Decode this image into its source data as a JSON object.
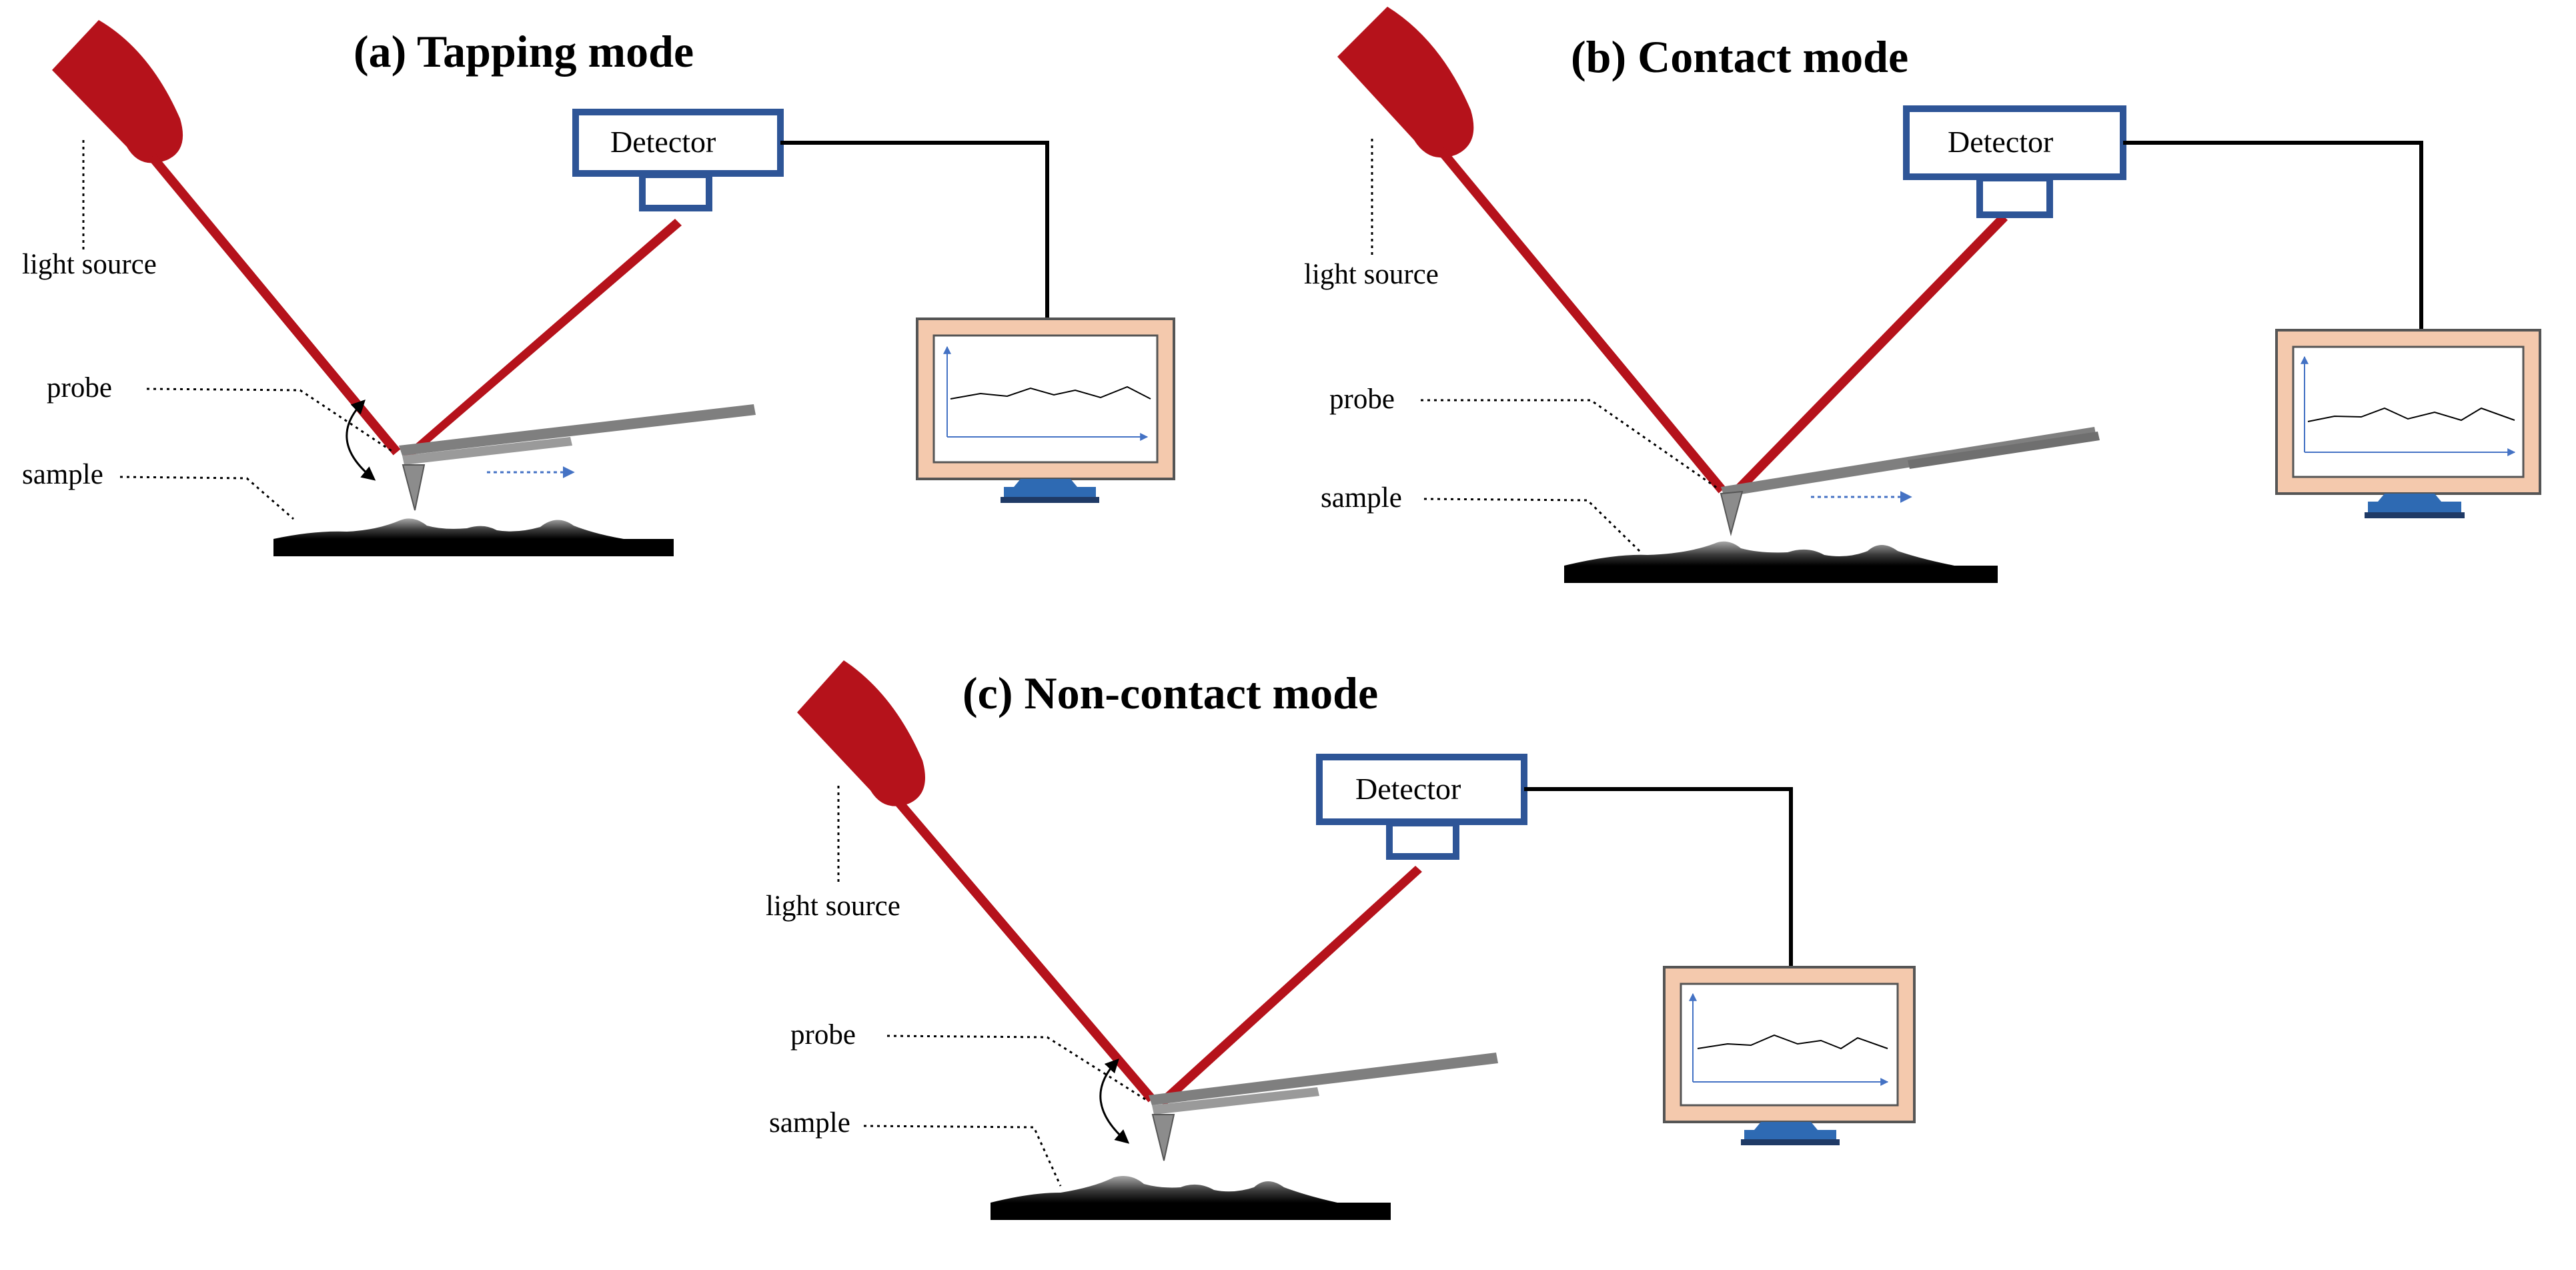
{
  "figure": {
    "panels": [
      {
        "id": "a",
        "title": "(a) Tapping mode",
        "light_source_label": "light source",
        "probe_label": "probe",
        "sample_label": "sample",
        "detector_label": "Detector"
      },
      {
        "id": "b",
        "title": "(b) Contact mode",
        "light_source_label": "light source",
        "probe_label": "probe",
        "sample_label": "sample",
        "detector_label": "Detector"
      },
      {
        "id": "c",
        "title": "(c) Non-contact mode",
        "light_source_label": "light source",
        "probe_label": "probe",
        "sample_label": "sample",
        "detector_label": "Detector"
      }
    ],
    "colors": {
      "laser": "#b5121b",
      "detector_border": "#2e5597",
      "monitor_frame": "#f4c9ad",
      "monitor_stand": "#2e6ab3",
      "cantilever": "#7f7f7f",
      "sample": "#000000",
      "scan_arrow": "#4472c4"
    }
  }
}
